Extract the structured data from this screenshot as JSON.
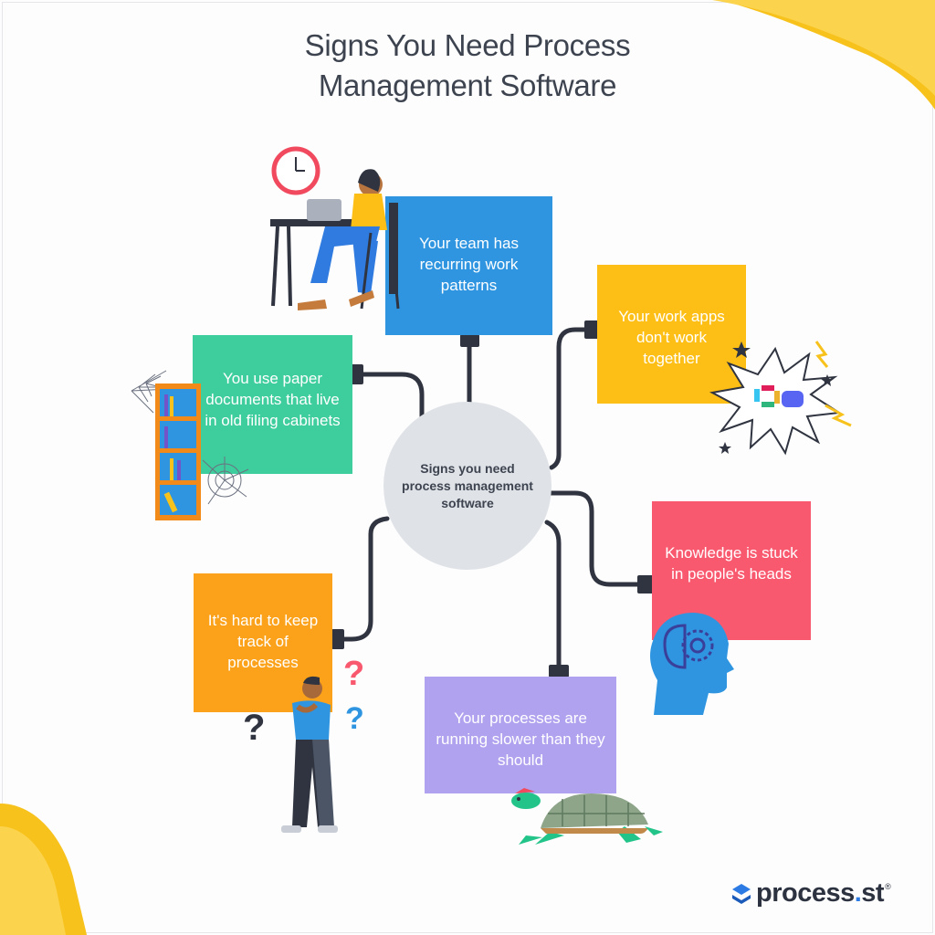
{
  "title": {
    "line1": "Signs You Need Process",
    "line2": "Management Software"
  },
  "center": {
    "label": "Signs you need process management software"
  },
  "cards": [
    {
      "id": "recurring-work",
      "text": "Your team has recurring work patterns",
      "color": "#2f95e0"
    },
    {
      "id": "work-apps",
      "text": "Your work apps don't work together",
      "color": "#fdbf16"
    },
    {
      "id": "paper-docs",
      "text": "You use paper documents that live in old filing cabinets",
      "color": "#3ecd9c"
    },
    {
      "id": "knowledge-stuck",
      "text": "Knowledge is stuck in people's heads",
      "color": "#f9596f"
    },
    {
      "id": "track-processes",
      "text": "It's hard to keep track of processes",
      "color": "#fba21a"
    },
    {
      "id": "slow-processes",
      "text": "Your processes are running slower than they should",
      "color": "#b1a2ef"
    }
  ],
  "colors": {
    "title_text": "#3d4450",
    "connector": "#2f3440",
    "center_fill": "#dfe2e7",
    "accent_yellow": "#f8c21c",
    "brand_blue": "#2c7be5"
  },
  "icons": [
    "wall-clock-icon",
    "woman-at-desk-icon",
    "bookshelf-icon",
    "spiderweb-icon",
    "app-clash-burst-icon",
    "head-brain-icon",
    "thinking-man-icon",
    "question-mark-icon",
    "turtle-icon",
    "process-st-logo-icon"
  ],
  "logo": {
    "name": "process",
    "dot": ".",
    "suffix": "st",
    "mark": "®"
  }
}
